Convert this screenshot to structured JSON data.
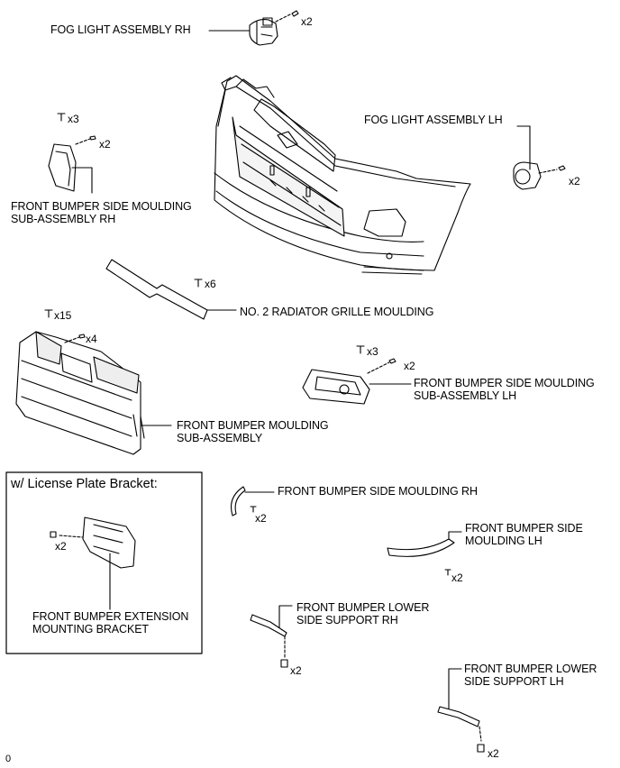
{
  "labels": {
    "fog_rh": "FOG LIGHT ASSEMBLY RH",
    "fog_lh": "FOG LIGHT ASSEMBLY LH",
    "side_moulding_subassy_rh_l1": "FRONT BUMPER SIDE MOULDING",
    "side_moulding_subassy_rh_l2": "SUB-ASSEMBLY RH",
    "radiator_grille": "NO. 2 RADIATOR GRILLE MOULDING",
    "side_moulding_subassy_lh_l1": "FRONT BUMPER SIDE MOULDING",
    "side_moulding_subassy_lh_l2": "SUB-ASSEMBLY LH",
    "bumper_moulding_l1": "FRONT BUMPER MOULDING",
    "bumper_moulding_l2": "SUB-ASSEMBLY",
    "side_moulding_rh": "FRONT BUMPER SIDE MOULDING RH",
    "side_moulding_lh_l1": "FRONT BUMPER SIDE",
    "side_moulding_lh_l2": "MOULDING LH",
    "lower_support_rh_l1": "FRONT BUMPER LOWER",
    "lower_support_rh_l2": "SIDE SUPPORT RH",
    "lower_support_lh_l1": "FRONT BUMPER LOWER",
    "lower_support_lh_l2": "SIDE SUPPORT LH",
    "extension_bracket_l1": "FRONT BUMPER EXTENSION",
    "extension_bracket_l2": "MOUNTING BRACKET"
  },
  "inset": {
    "title": "w/ License Plate Bracket:"
  },
  "quantities": {
    "fog_rh_bolt": "x2",
    "side_rh_clip": "x3",
    "side_rh_screw": "x2",
    "fog_lh_bolt": "x2",
    "grille_clip": "x6",
    "moulding_clip": "x15",
    "moulding_screw": "x4",
    "side_lh_clip": "x3",
    "side_lh_screw": "x2",
    "bracket_screw": "x2",
    "side_moulding_rh_clip": "x2",
    "side_moulding_lh_clip": "x2",
    "lower_rh_bolt": "x2",
    "lower_lh_bolt": "x2"
  },
  "figure_ref": "0"
}
